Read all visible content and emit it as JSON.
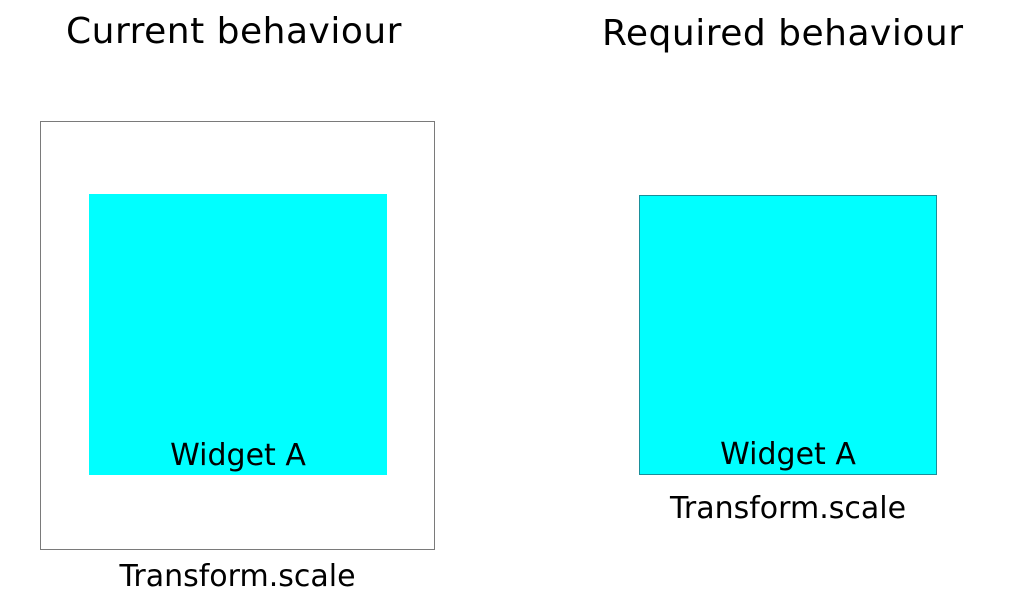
{
  "left": {
    "title": "Current behaviour",
    "widget_label": "Widget A",
    "caption": "Transform.scale"
  },
  "right": {
    "title": "Required behaviour",
    "widget_label": "Widget A",
    "caption": "Transform.scale"
  },
  "colors": {
    "widget_fill": "#00ffff",
    "outer_border": "#7a7a7a",
    "widget_border": "#1a8f9a"
  }
}
